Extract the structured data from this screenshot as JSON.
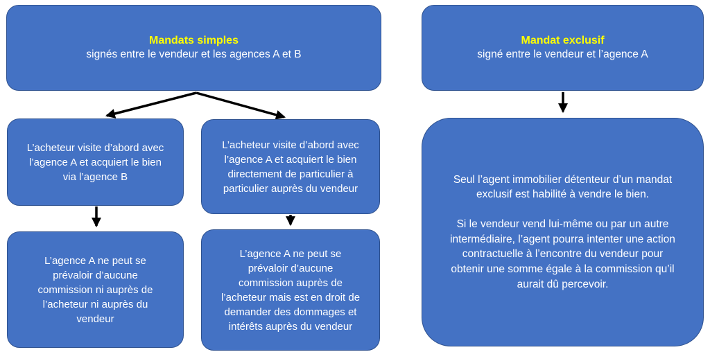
{
  "diagram": {
    "left_flow": {
      "root": {
        "title": "Mandats simples",
        "subtitle": "signés entre le vendeur et les agences A et B"
      },
      "branch_a": {
        "case": "L’acheteur visite d’abord avec l’agence A et acquiert le bien via l’agence B",
        "outcome": "L’agence A ne peut se prévaloir d’aucune commission ni auprès de l’acheteur ni auprès du vendeur"
      },
      "branch_b": {
        "case": "L’acheteur visite d’abord avec l’agence A et acquiert le bien directement de particulier à particulier auprès du vendeur",
        "outcome": "L’agence A ne peut se prévaloir d’aucune commission auprès de l’acheteur mais est en droit de demander des dommages et intérêts auprès du vendeur"
      }
    },
    "right_flow": {
      "root": {
        "title": "Mandat exclusif",
        "subtitle": "signé entre le vendeur et l’agence A"
      },
      "outcome": {
        "paragraph_1": "Seul l’agent immobilier détenteur d’un mandat exclusif est habilité à vendre le bien.",
        "paragraph_2": "Si le vendeur vend lui-même ou par un autre intermédiaire, l’agent pourra intenter une action contractuelle à l’encontre du vendeur pour obtenir une somme égale à la commission qu’il aurait dû percevoir."
      }
    },
    "colors": {
      "box_fill": "#4472C4",
      "box_border": "#2F528F",
      "title_text": "#FFFF00",
      "body_text": "#FFFFFF",
      "arrow": "#000000",
      "background": "#FFFFFF"
    }
  }
}
